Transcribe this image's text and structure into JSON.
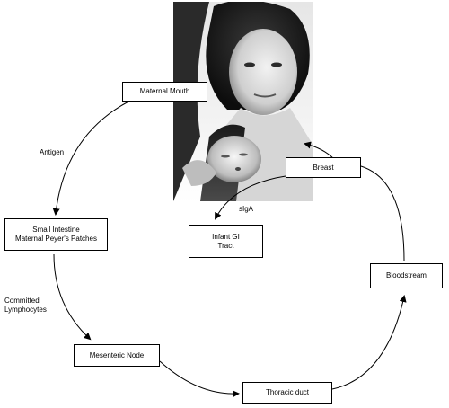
{
  "nodes": {
    "maternal_mouth": "Maternal Mouth",
    "small_intestine_line1": "Small Intestine",
    "small_intestine_line2": "Maternal Peyer's Patches",
    "mesenteric_node": "Mesenteric Node",
    "thoracic_duct": "Thoracic duct",
    "bloodstream": "Bloodstream",
    "breast": "Breast",
    "infant_gi_line1": "Infant GI",
    "infant_gi_line2": "Tract"
  },
  "edge_labels": {
    "antigen": "Antigen",
    "committed_line1": "Committed",
    "committed_line2": "Lymphocytes",
    "siga": "sIgA"
  },
  "photo": {
    "description_icon": "mother-and-infant-photo-icon"
  }
}
